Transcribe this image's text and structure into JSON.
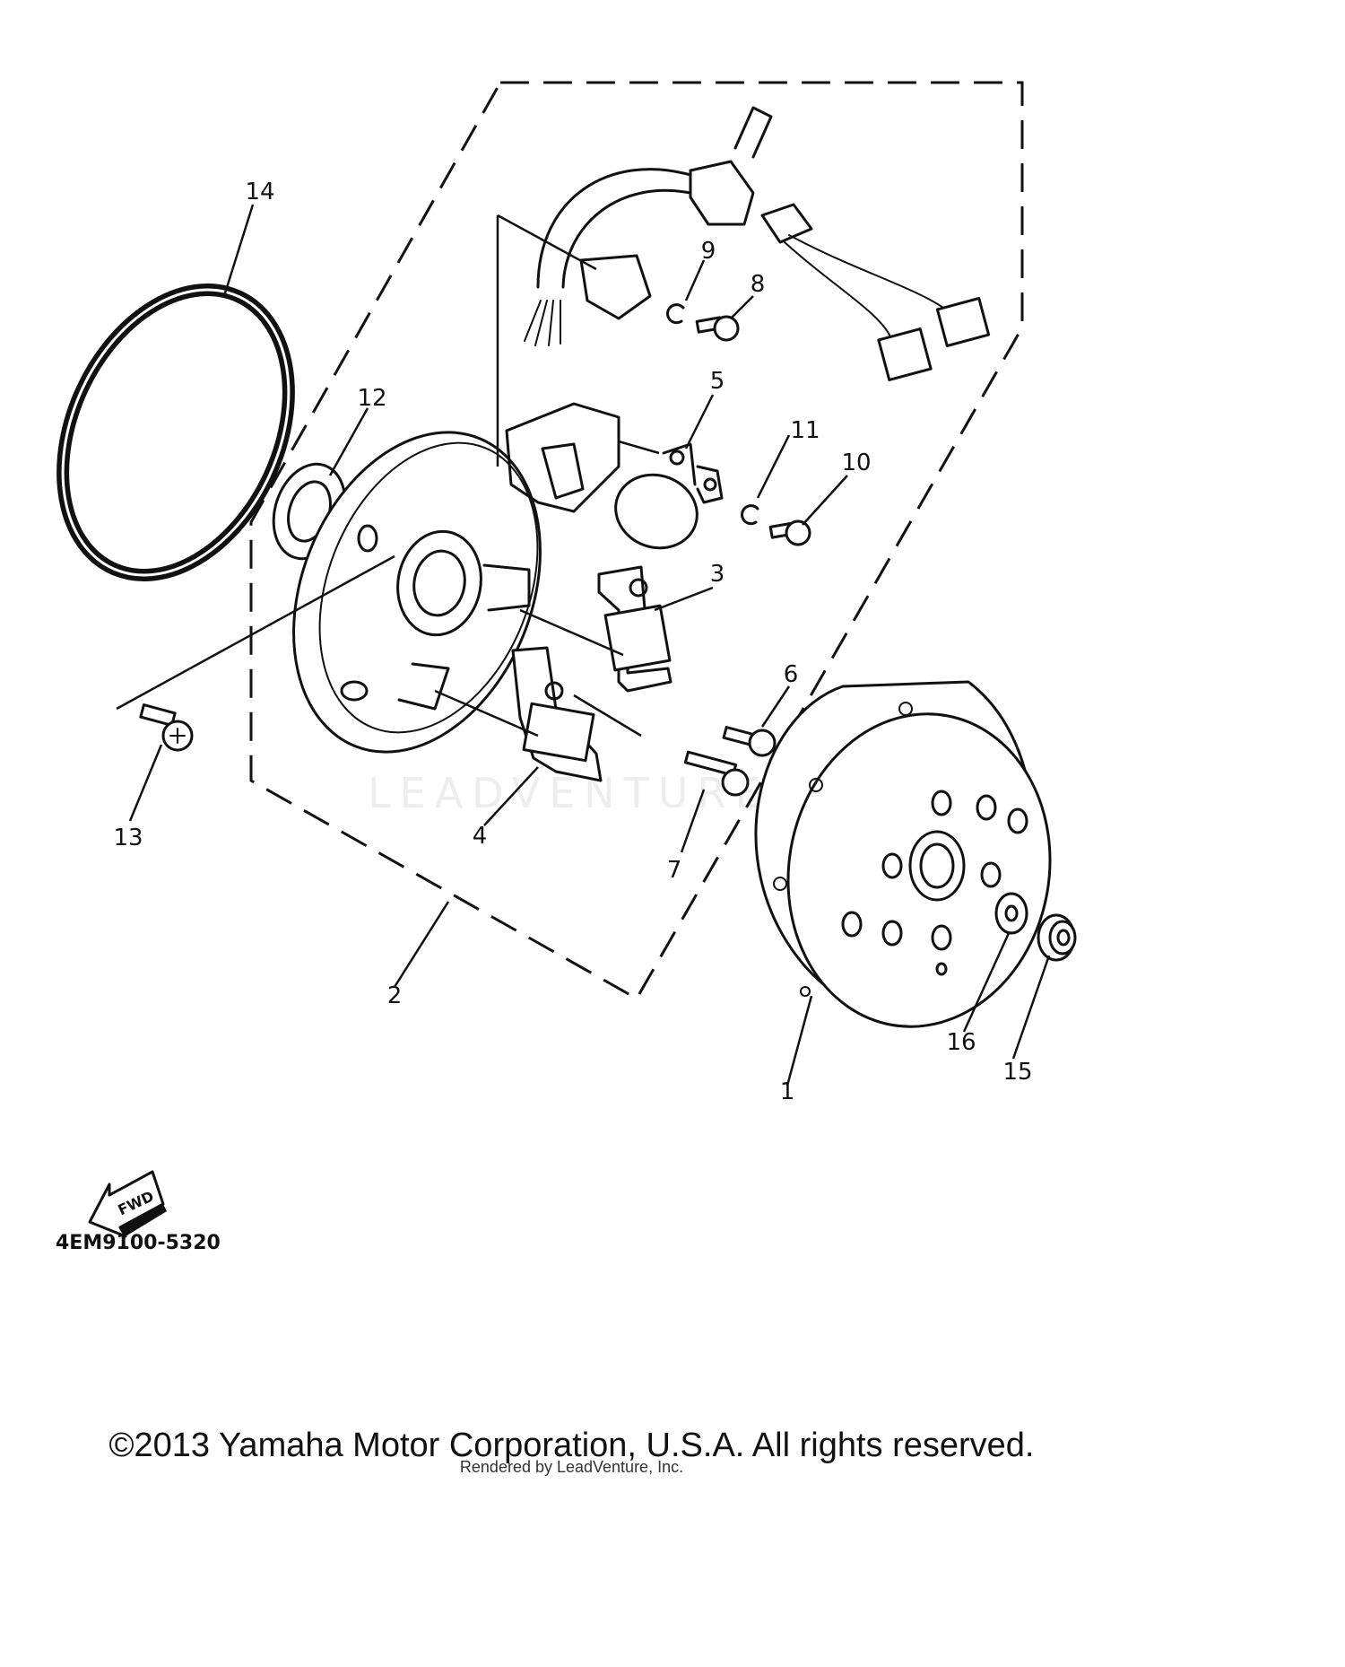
{
  "diagram": {
    "callouts": [
      "1",
      "2",
      "3",
      "4",
      "5",
      "6",
      "7",
      "8",
      "9",
      "10",
      "11",
      "12",
      "13",
      "14",
      "15",
      "16"
    ],
    "part_number": "4EM9100-5320",
    "fwd_label": "FWD",
    "watermark": "LEADVENTURE"
  },
  "footer": {
    "copyright": "©2013 Yamaha Motor Corporation, U.S.A. All rights reserved.",
    "rendered_by": "Rendered by LeadVenture, Inc."
  }
}
